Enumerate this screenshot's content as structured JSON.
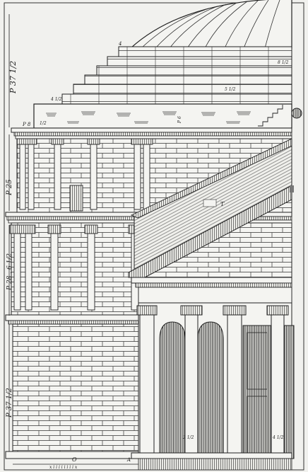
{
  "colors": {
    "paper": "#f1f1ee",
    "ink": "#2a2a2a",
    "hatch": "#555555"
  },
  "dimensions": {
    "top_tier": "P 37 1/2",
    "upper_story": "P 25",
    "middle_story": "P 28 . 6 1/2",
    "lower_story": "P 37 1/2"
  },
  "annotations": {
    "step_top": "4",
    "step_right": "8 1/2",
    "step_left": "4 1/2",
    "step_mid": "5 1/2",
    "attic_left": "P 8",
    "attic_mid": "1/2",
    "attic_vertical": "P 6",
    "opening_mark": "T",
    "base_o": "O",
    "base_a": "A",
    "column_left": "2 1/2",
    "column_right": "4 1/2",
    "scale": "x i i i i i i i i x"
  }
}
